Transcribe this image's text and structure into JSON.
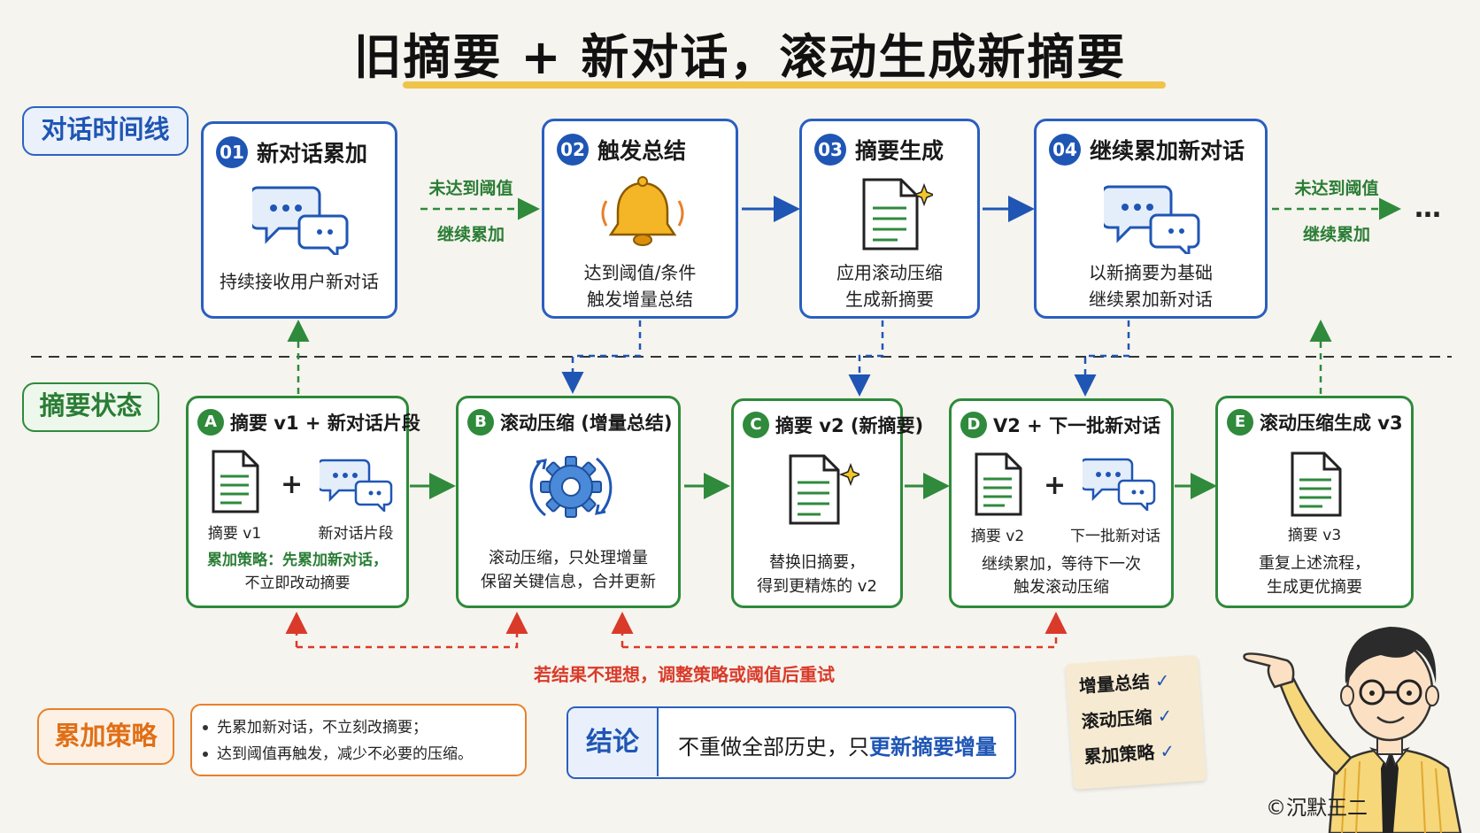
{
  "title": "旧摘要 + 新对话，滚动生成新摘要",
  "sections": {
    "timeline_label": "对话时间线",
    "summary_label": "摘要状态",
    "strategy_label": "累加策略"
  },
  "timeline": [
    {
      "num": "01",
      "title": "新对话累加",
      "icon": "chat-bubbles-icon",
      "desc": [
        "持续接收用户新对话"
      ]
    },
    {
      "num": "02",
      "title": "触发总结",
      "icon": "bell-icon",
      "desc": [
        "达到阈值/条件",
        "触发增量总结"
      ]
    },
    {
      "num": "03",
      "title": "摘要生成",
      "icon": "document-sparkle-icon",
      "desc": [
        "应用滚动压缩",
        "生成新摘要"
      ]
    },
    {
      "num": "04",
      "title": "继续累加新对话",
      "icon": "chat-bubbles-icon",
      "desc": [
        "以新摘要为基础",
        "继续累加新对话"
      ]
    }
  ],
  "timeline_arrows": {
    "left_top": "未达到阈值",
    "left_bottom": "继续累加",
    "right_top": "未达到阈值",
    "right_bottom": "继续累加",
    "ellipsis": "…"
  },
  "states": [
    {
      "letter": "A",
      "title": "摘要 v1 + 新对话片段",
      "label_left": "摘要 v1",
      "label_right": "新对话片段",
      "plus": "+",
      "strategy": [
        "累加策略：先累加新对话，",
        "不立即改动摘要"
      ]
    },
    {
      "letter": "B",
      "title": "滚动压缩 (增量总结)",
      "desc": [
        "滚动压缩，只处理增量",
        "保留关键信息，合并更新"
      ]
    },
    {
      "letter": "C",
      "title": "摘要 v2 (新摘要)",
      "desc": [
        "替换旧摘要，",
        "得到更精炼的 v2"
      ]
    },
    {
      "letter": "D",
      "title": "V2 + 下一批新对话",
      "label_left": "摘要 v2",
      "label_right": "下一批新对话",
      "plus": "+",
      "desc": [
        "继续累加，等待下一次",
        "触发滚动压缩"
      ]
    },
    {
      "letter": "E",
      "title": "滚动压缩生成 v3",
      "label_center": "摘要 v3",
      "desc": [
        "重复上述流程，",
        "生成更优摘要"
      ]
    }
  ],
  "retry_text": "若结果不理想，调整策略或阈值后重试",
  "strategy_bullets": [
    "先累加新对话，不立刻改摘要；",
    "达到阈值再触发，减少不必要的压缩。"
  ],
  "conclusion": {
    "label": "结论",
    "text_plain": "不重做全部历史，只",
    "text_highlight": "更新摘要增量"
  },
  "note": [
    {
      "text": "增量总结",
      "mark": "✓"
    },
    {
      "text": "滚动压缩",
      "mark": "✓"
    },
    {
      "text": "累加策略",
      "mark": "✓"
    }
  ],
  "copyright": "©沉默王二",
  "colors": {
    "blue": "#1f56b4",
    "green": "#2f8a3c",
    "orange": "#e8802a",
    "red": "#d93a2a",
    "yellow": "#f0c34a"
  }
}
